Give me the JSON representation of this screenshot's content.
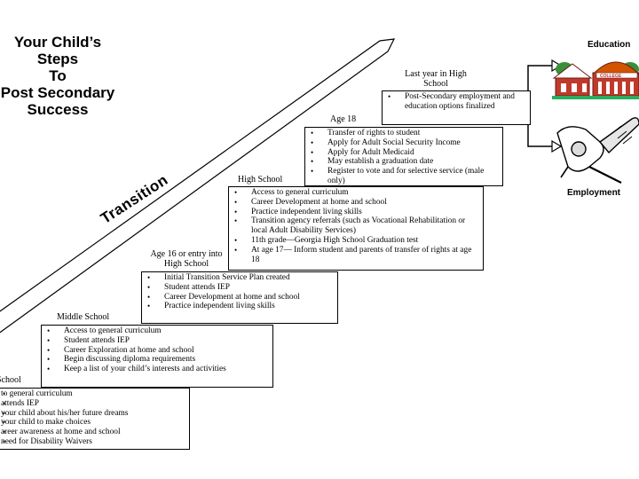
{
  "title": [
    "Your Child’s",
    "Steps",
    "To",
    "Post Secondary",
    "Success"
  ],
  "transition_label": "Transition",
  "outcomes": {
    "education": "Education",
    "employment": "Employment"
  },
  "stages": [
    {
      "label": "School",
      "items": [
        "to general curriculum",
        "attends IEP",
        "your child about his/her future dreams",
        "your child to make choices",
        "areer awareness at home and school",
        "need for Disability Waivers"
      ]
    },
    {
      "label": "Middle School",
      "items": [
        "Access to general curriculum",
        "Student attends IEP",
        "Career Exploration at home and school",
        "Begin discussing diploma requirements",
        "Keep a list of your child’s interests and activities"
      ]
    },
    {
      "label": "Age 16 or entry into High School",
      "items": [
        "Initial Transition Service Plan created",
        "Student attends IEP",
        "Career Development at home and school",
        "Practice independent living skills"
      ]
    },
    {
      "label": "High School",
      "items": [
        "Access to general curriculum",
        "Career Development at home and school",
        "Practice independent living skills",
        "Transition agency referrals (such as Vocational Rehabilitation or local Adult Disability Services)",
        "11th grade—Georgia High School Graduation test",
        "At age 17— Inform student and parents of transfer of rights at age 18"
      ]
    },
    {
      "label": "Age 18",
      "items": [
        "Transfer of rights to student",
        "Apply for Adult Social Security Income",
        "Apply for Adult Medicaid",
        "May establish a graduation date",
        "Register to vote and for selective service (male only)"
      ]
    },
    {
      "label": "Last year in High School",
      "items": [
        "Post-Secondary employment and education options finalized"
      ]
    }
  ]
}
